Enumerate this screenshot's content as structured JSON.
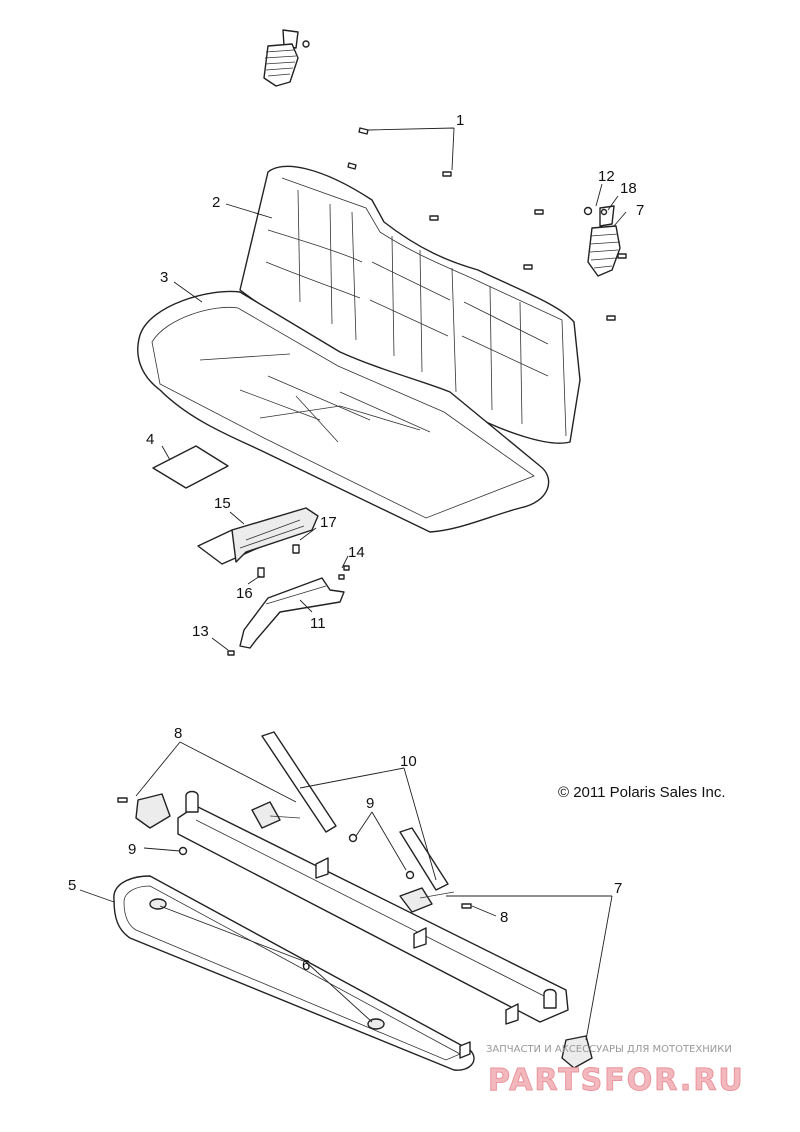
{
  "callouts": [
    "1",
    "2",
    "3",
    "4",
    "5",
    "6",
    "7",
    "7",
    "8",
    "8",
    "9",
    "9",
    "10",
    "11",
    "12",
    "13",
    "14",
    "15",
    "16",
    "17",
    "18"
  ],
  "copyright": "© 2011 Polaris Sales Inc.",
  "watermark": {
    "caption": "ЗАПЧАСТИ И АКСЕССУАРЫ ДЛЯ МОТОТЕХНИКИ",
    "brand": "PARTSFOR.RU"
  },
  "colors": {
    "line": "#222222",
    "watermark": "#e9959c"
  }
}
